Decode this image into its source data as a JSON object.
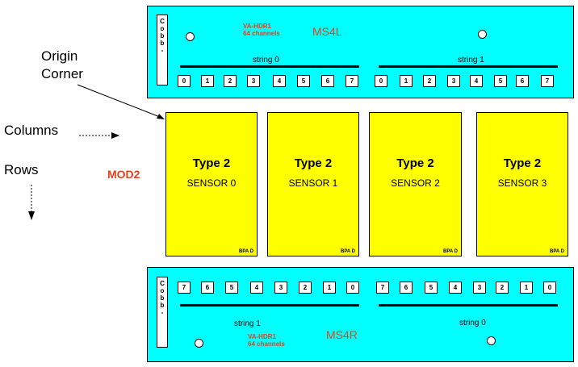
{
  "labels": {
    "origin_line1": "Origin",
    "origin_line2": "Corner",
    "columns": "Columns",
    "rows": "Rows",
    "module": "MOD2"
  },
  "top_board": {
    "name": "MS4L",
    "va_line1": "VA-HDR1",
    "va_line2": "64 channels",
    "connector": [
      "C",
      "o",
      "b",
      "b",
      "-"
    ],
    "strings": [
      {
        "label": "string 0",
        "chips": [
          "0",
          "1",
          "2",
          "3",
          "4",
          "5",
          "6",
          "7"
        ]
      },
      {
        "label": "string 1",
        "chips": [
          "0",
          "1",
          "2",
          "3",
          "4",
          "5",
          "6",
          "7"
        ]
      }
    ]
  },
  "bottom_board": {
    "name": "MS4R",
    "va_line1": "VA-HDR1",
    "va_line2": "64 channels",
    "connector": [
      "C",
      "o",
      "b",
      "b",
      "-"
    ],
    "strings": [
      {
        "label": "string 1",
        "chips": [
          "7",
          "6",
          "5",
          "4",
          "3",
          "2",
          "1",
          "0"
        ]
      },
      {
        "label": "string 0",
        "chips": [
          "7",
          "6",
          "5",
          "4",
          "3",
          "2",
          "1",
          "0"
        ]
      }
    ]
  },
  "sensors": [
    {
      "type": "Type 2",
      "name": "SENSOR 0",
      "tag": "BPA D"
    },
    {
      "type": "Type 2",
      "name": "SENSOR 1",
      "tag": "BPA D"
    },
    {
      "type": "Type 2",
      "name": "SENSOR 2",
      "tag": "BPA D"
    },
    {
      "type": "Type 2",
      "name": "SENSOR 3",
      "tag": "BPA D"
    }
  ],
  "colors": {
    "board": "#00ffff",
    "sensor": "#ffff00",
    "accent": "#e8401c"
  }
}
